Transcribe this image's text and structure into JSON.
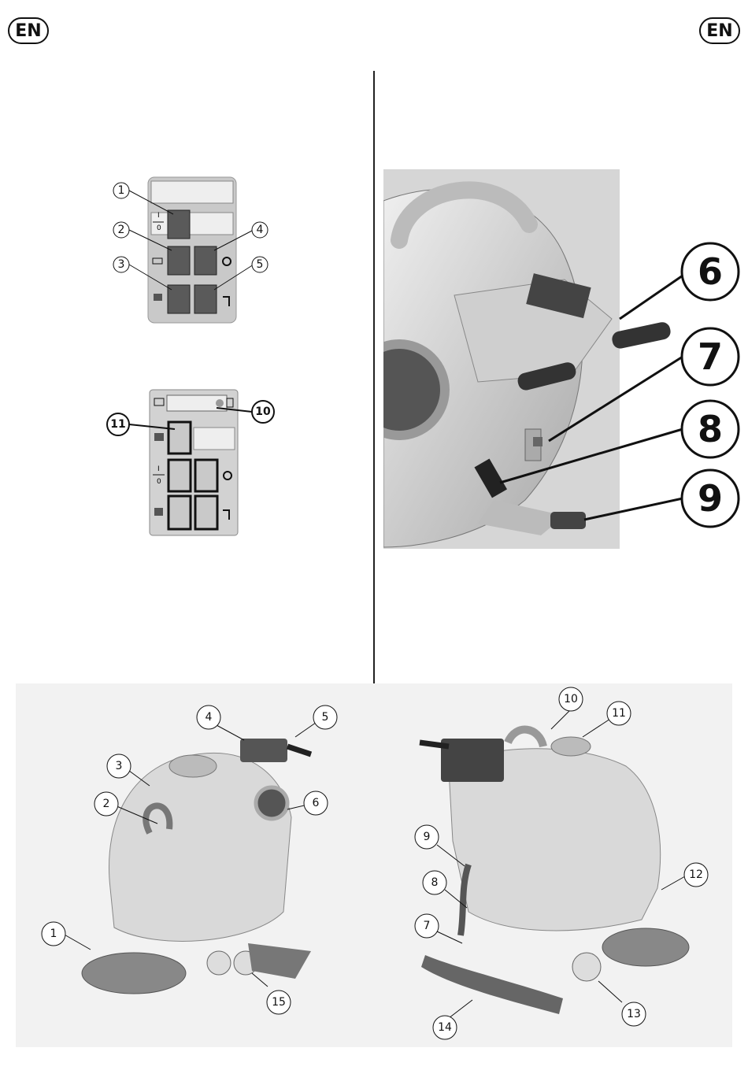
{
  "header": {
    "lang_left": "EN",
    "lang_right": "EN"
  },
  "panel_a": {
    "callouts": [
      {
        "num": "1"
      },
      {
        "num": "2"
      },
      {
        "num": "3"
      },
      {
        "num": "4"
      },
      {
        "num": "5"
      }
    ],
    "power_symbol_top": "I",
    "power_symbol_bottom": "0"
  },
  "panel_b": {
    "callouts": [
      {
        "num": "10"
      },
      {
        "num": "11"
      }
    ],
    "power_symbol_top": "I",
    "power_symbol_bottom": "0"
  },
  "handle_photo": {
    "callouts": [
      {
        "num": "6"
      },
      {
        "num": "7"
      },
      {
        "num": "8"
      },
      {
        "num": "9"
      }
    ]
  },
  "machine_front": {
    "callouts": [
      {
        "num": "1"
      },
      {
        "num": "2"
      },
      {
        "num": "3"
      },
      {
        "num": "4"
      },
      {
        "num": "5"
      },
      {
        "num": "6"
      },
      {
        "num": "15"
      }
    ]
  },
  "machine_rear": {
    "callouts": [
      {
        "num": "7"
      },
      {
        "num": "8"
      },
      {
        "num": "9"
      },
      {
        "num": "10"
      },
      {
        "num": "11"
      },
      {
        "num": "12"
      },
      {
        "num": "13"
      },
      {
        "num": "14"
      }
    ]
  },
  "colors": {
    "panel_bg": "#c9c9c9",
    "button": "#5a5a5a",
    "photo_bg": "#d6d6d6",
    "machine_body": "#d9d9d9"
  }
}
